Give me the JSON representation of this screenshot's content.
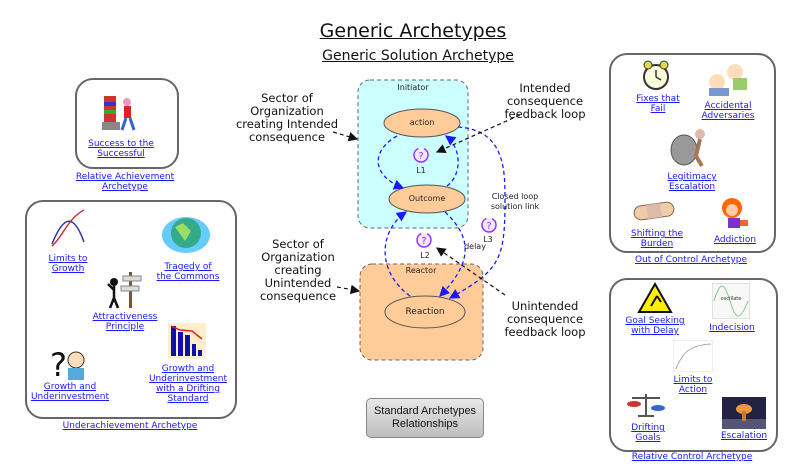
{
  "title": "Generic Archetypes",
  "subtitle": "Generic Solution Archetype",
  "diagram": {
    "initiator_label": "Initiator",
    "reactor_label": "Reactor",
    "nodes": {
      "action": "action",
      "outcome": "Outcome",
      "reaction": "Reaction"
    },
    "loops": {
      "l1": "L1",
      "l2": "L2",
      "l3": "L3"
    },
    "loop_icon": "question-loop-icon",
    "delay_label": "delay",
    "closed_loop_label": [
      "Closed loop",
      "solution link"
    ],
    "notes": {
      "intended_sector": [
        "Sector of",
        "Organization",
        "creating Intended",
        "consequence"
      ],
      "unintended_sector": [
        "Sector of",
        "Organization",
        "creating",
        "Unintended",
        "consequence"
      ],
      "intended_loop": [
        "Intended",
        "consequence",
        "feedback loop"
      ],
      "unintended_loop": [
        "Unintended",
        "consequence",
        "feedback loop"
      ]
    },
    "colors": {
      "initiator_bg": "#ccffff",
      "reactor_bg": "#ffcc99",
      "node_fill": "#ffcc99",
      "link": "#1a1aff",
      "loop_icon": "#9933ff"
    }
  },
  "button": {
    "line1": "Standard Archetypes",
    "line2": "Relationships"
  },
  "groups": {
    "relative_achievement": {
      "label": [
        "Relative Achievement",
        "Archetype"
      ],
      "items": [
        {
          "label": [
            "Success to the",
            "Successful"
          ],
          "icon": "books-cart-icon"
        }
      ]
    },
    "underachievement": {
      "label": "Underachievement Archetype",
      "items": [
        {
          "label": [
            "Limits to",
            "Growth"
          ],
          "icon": "curves-icon"
        },
        {
          "label": [
            "Tragedy of",
            "the Commons"
          ],
          "icon": "globe-people-icon"
        },
        {
          "label": [
            "Attractiveness",
            "Principle"
          ],
          "icon": "signpost-icon"
        },
        {
          "label": [
            "Growth and",
            "Underinvestment",
            "with a Drifting",
            "Standard"
          ],
          "icon": "declining-bars-icon"
        },
        {
          "label": [
            "Growth and",
            "Underinvestment"
          ],
          "icon": "puzzled-man-icon"
        }
      ]
    },
    "out_of_control": {
      "label": "Out of Control Archetype",
      "items": [
        {
          "label": [
            "Fixes that",
            "Fail"
          ],
          "icon": "alarm-clock-icon"
        },
        {
          "label": [
            "Accidental",
            "Adversaries"
          ],
          "icon": "fighting-kids-icon"
        },
        {
          "label": [
            "Legitimacy",
            "Escalation"
          ],
          "icon": "boulder-man-icon"
        },
        {
          "label": [
            "Shifting the",
            "Burden"
          ],
          "icon": "bandage-icon"
        },
        {
          "label": [
            "Addiction"
          ],
          "icon": "frazzled-person-icon"
        }
      ]
    },
    "relative_control": {
      "label": "Relative Control Archetype",
      "items": [
        {
          "label": [
            "Goal Seeking",
            "with Delay"
          ],
          "icon": "warning-sign-icon"
        },
        {
          "label": [
            "Indecision"
          ],
          "icon": "oscillation-chart-icon",
          "image_text": "oscillate"
        },
        {
          "label": [
            "Limits to",
            "Action"
          ],
          "icon": "saturation-curve-icon"
        },
        {
          "label": [
            "Drifting",
            "Goals"
          ],
          "icon": "scales-icon"
        },
        {
          "label": [
            "Escalation"
          ],
          "icon": "explosion-icon"
        }
      ]
    }
  }
}
